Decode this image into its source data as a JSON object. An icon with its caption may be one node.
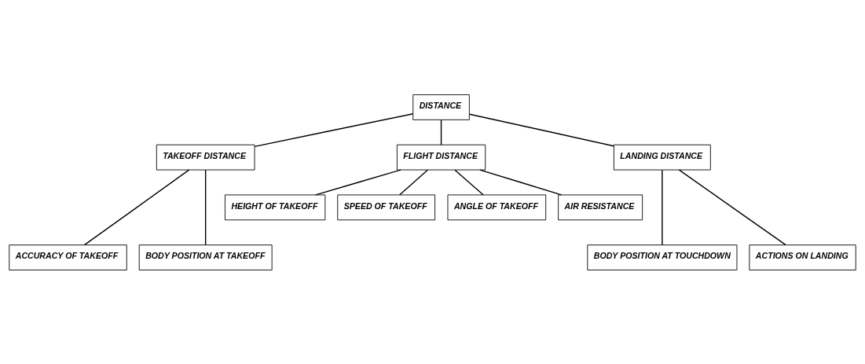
{
  "diagram": {
    "nodes": [
      {
        "text": [
          "DISTANCE"
        ]
      },
      {
        "text": [
          "TAKEOFF DISTANCE"
        ]
      },
      {
        "text": [
          "FLIGHT DISTANCE"
        ]
      },
      {
        "text": [
          "LANDING DISTANCE"
        ]
      },
      {
        "text": [
          "HEIGHT OF TAKEOFF"
        ]
      },
      {
        "text": [
          "SPEED OF TAKEOFF"
        ]
      },
      {
        "text": [
          "ANGLE OF TAKEOFF"
        ]
      },
      {
        "text": [
          "AIR RESISTANCE"
        ]
      },
      {
        "text": [
          "ACCURACY OF TAKEOFF"
        ]
      },
      {
        "text": [
          "BODY POSITION AT TAKEOFF"
        ]
      },
      {
        "text": [
          "BODY POSITION AT TOUCHDOWN"
        ]
      },
      {
        "text": [
          "ACTIONS ON LANDING"
        ]
      }
    ],
    "edges": [
      {
        "from": 0,
        "to": 1,
        "arrow": "none"
      },
      {
        "from": 0,
        "to": 2,
        "arrow": "none"
      },
      {
        "from": 0,
        "to": 3,
        "arrow": "none"
      },
      {
        "from": 2,
        "to": 4,
        "arrow": "none"
      },
      {
        "from": 2,
        "to": 5,
        "arrow": "none"
      },
      {
        "from": 2,
        "to": 6,
        "arrow": "none"
      },
      {
        "from": 2,
        "to": 7,
        "arrow": "none"
      },
      {
        "from": 1,
        "to": 8,
        "arrow": "none"
      },
      {
        "from": 1,
        "to": 9,
        "arrow": "none"
      },
      {
        "from": 3,
        "to": 10,
        "arrow": "none"
      },
      {
        "from": 3,
        "to": 11,
        "arrow": "none"
      }
    ]
  }
}
